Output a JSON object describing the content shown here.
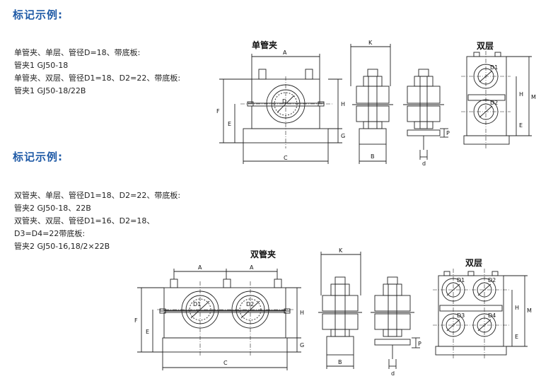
{
  "section1": {
    "heading": "标记示例:",
    "lines": [
      "单管夹、单层、管径D=18、带底板:",
      "管夹1   GJ50-18",
      "单管夹、双层、管径D1=18、D2=22、带底板:",
      "管夹1   GJ50-18/22B"
    ]
  },
  "section2": {
    "heading": "标记示例:",
    "lines": [
      "双管夹、单层、管径D1=18、D2=22、带底板:",
      "管夹2   GJ50-18、22B",
      "双管夹、双层、管径D1=16、D2=18、",
      "D3=D4=22带底板:",
      "管夹2   GJ50-16,18/2×22B"
    ]
  },
  "captions": {
    "single_clamp": "单管夹",
    "single_double_layer": "双层",
    "double_clamp": "双管夹",
    "double_double_layer": "双层"
  },
  "dim_labels": {
    "A": "A",
    "C": "C",
    "D": "D",
    "F": "F",
    "E": "E",
    "H": "H",
    "G": "G",
    "K": "K",
    "B": "B",
    "d": "d",
    "P": "P",
    "M": "M",
    "D1": "D1",
    "D2": "D2",
    "D3": "D3",
    "D4": "D4"
  }
}
